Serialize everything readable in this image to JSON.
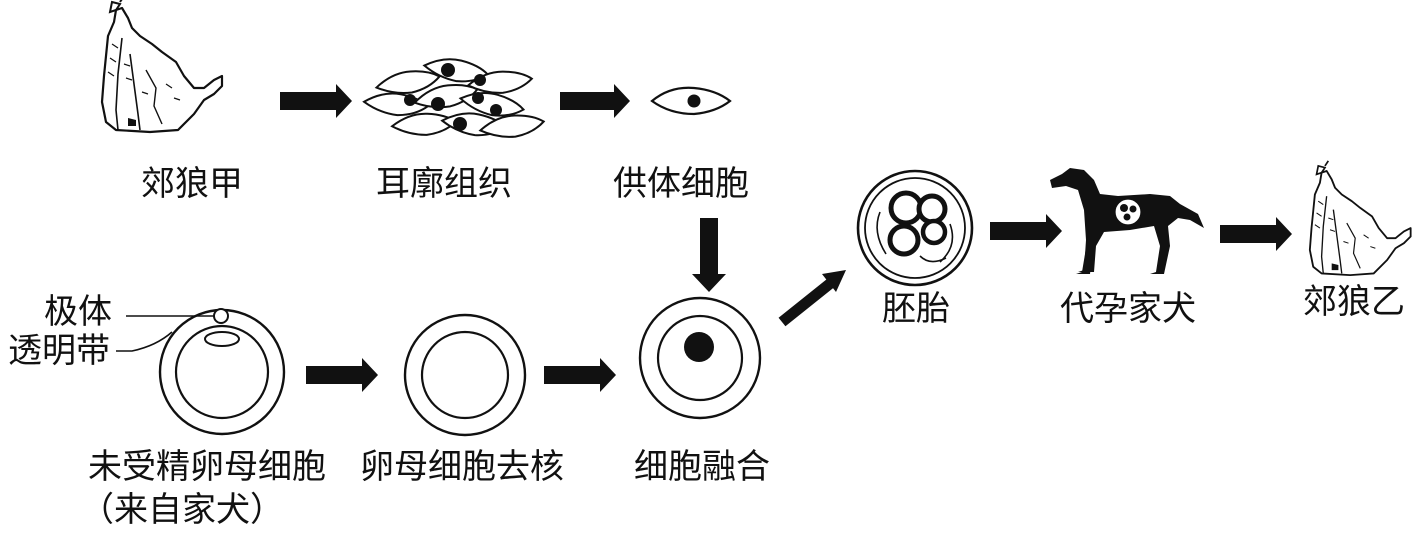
{
  "stages": {
    "wolf_a": "郊狼甲",
    "ear_tissue": "耳廓组织",
    "donor_cell": "供体细胞",
    "embryo": "胚胎",
    "surrogate_dog": "代孕家犬",
    "wolf_b": "郊狼乙",
    "oocyte": "未受精卵母细胞",
    "oocyte_source": "（来自家犬）",
    "enucleation": "卵母细胞去核",
    "cell_fusion": "细胞融合"
  },
  "annotations": {
    "polar_body": "极体",
    "zona_pellucida": "透明带"
  },
  "icons": [
    "wolf-icon",
    "tissue-cells-icon",
    "cell-icon",
    "embryo-icon",
    "dog-icon"
  ],
  "colors": {
    "ink": "#111111",
    "background": "#ffffff"
  }
}
